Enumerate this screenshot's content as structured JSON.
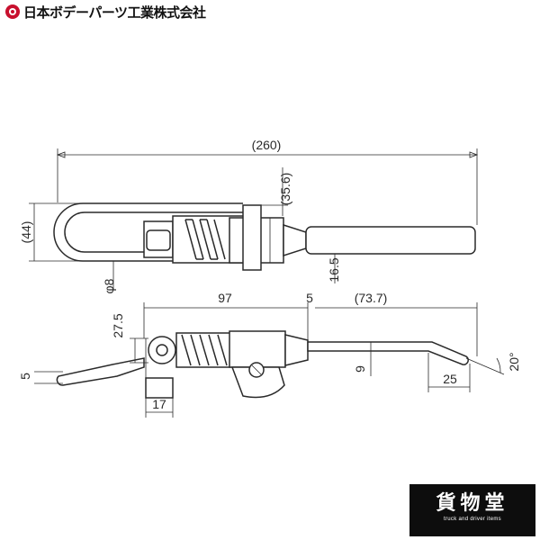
{
  "brand": {
    "name": "日本ボデーパーツ工業株式会社",
    "mark_color": "#c8102e"
  },
  "shop_logo": {
    "name": "貨物堂",
    "tagline": "truck and driver items"
  },
  "top_view": {
    "dims": {
      "overall_length": "(260)",
      "height": "(44)",
      "spring_block": "(35.6)",
      "rod": "16.5",
      "loop_dia": "φ8"
    }
  },
  "side_view": {
    "dims": {
      "spring_length": "97",
      "gap": "5",
      "handle_length": "(73.7)",
      "offset_height": "27.5",
      "tip": "5",
      "rod_dia": "9",
      "bend_length": "25",
      "angle": "20°",
      "base_width": "17"
    }
  }
}
